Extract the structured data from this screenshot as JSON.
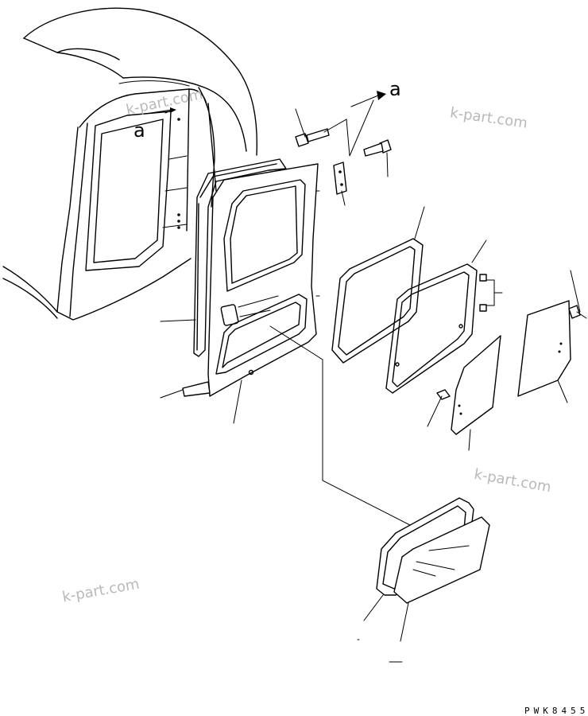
{
  "callouts": {
    "ref_letter": "a"
  },
  "watermark": "k-part.com",
  "drawing_code": "PWK8455"
}
